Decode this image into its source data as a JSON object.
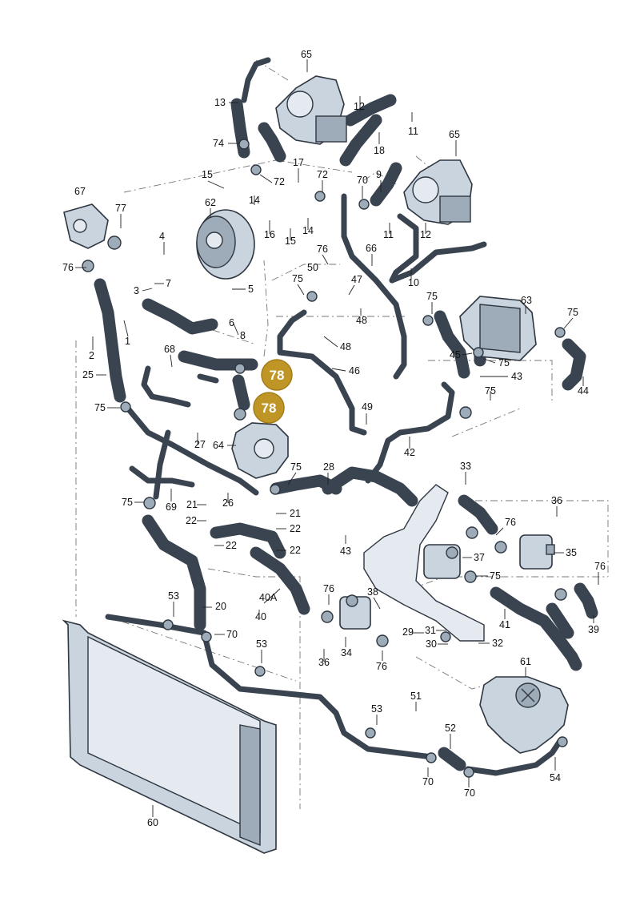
{
  "callouts": [
    "78",
    "78"
  ],
  "labels": {
    "p1": "1",
    "p2": "2",
    "p3": "3",
    "p4": "4",
    "p5": "5",
    "p6": "6",
    "p7": "7",
    "p8": "8",
    "p9": "9",
    "p10": "10",
    "p11a": "11",
    "p11b": "11",
    "p12a": "12",
    "p12b": "12",
    "p13": "13",
    "p14a": "14",
    "p14b": "14",
    "p15a": "15",
    "p15b": "15",
    "p16": "16",
    "p17": "17",
    "p18": "18",
    "p20": "20",
    "p21a": "21",
    "p21b": "21",
    "p22a": "22",
    "p22b": "22",
    "p22c": "22",
    "p22d": "22",
    "p25": "25",
    "p26": "26",
    "p27": "27",
    "p28": "28",
    "p29": "29",
    "p30": "30",
    "p31": "31",
    "p32": "32",
    "p33": "33",
    "p34": "34",
    "p35": "35",
    "p36a": "36",
    "p36b": "36",
    "p37": "37",
    "p38": "38",
    "p39": "39",
    "p40": "40",
    "p40a": "40A",
    "p41": "41",
    "p42": "42",
    "p43a": "43",
    "p43b": "43",
    "p44": "44",
    "p45": "45",
    "p46": "46",
    "p47": "47",
    "p48a": "48",
    "p48b": "48",
    "p49": "49",
    "p50": "50",
    "p51": "51",
    "p52": "52",
    "p53a": "53",
    "p53b": "53",
    "p53c": "53",
    "p54": "54",
    "p60": "60",
    "p61": "61",
    "p62": "62",
    "p63": "63",
    "p64": "64",
    "p65a": "65",
    "p65b": "65",
    "p66": "66",
    "p67": "67",
    "p68": "68",
    "p69": "69",
    "p70a": "70",
    "p70b": "70",
    "p70c": "70",
    "p70d": "70",
    "p72a": "72",
    "p72b": "72",
    "p74": "74",
    "p75a": "75",
    "p75b": "75",
    "p75c": "75",
    "p75d": "75",
    "p75e": "75",
    "p75f": "75",
    "p75g": "75",
    "p75h": "75",
    "p75i": "75",
    "p76a": "76",
    "p76b": "76",
    "p76c": "76",
    "p76d": "76",
    "p76e": "76",
    "p76f": "76",
    "p77": "77"
  },
  "colors": {
    "callout": "#bf9626",
    "hose": "#3a4450",
    "part": "#c9d4de"
  }
}
